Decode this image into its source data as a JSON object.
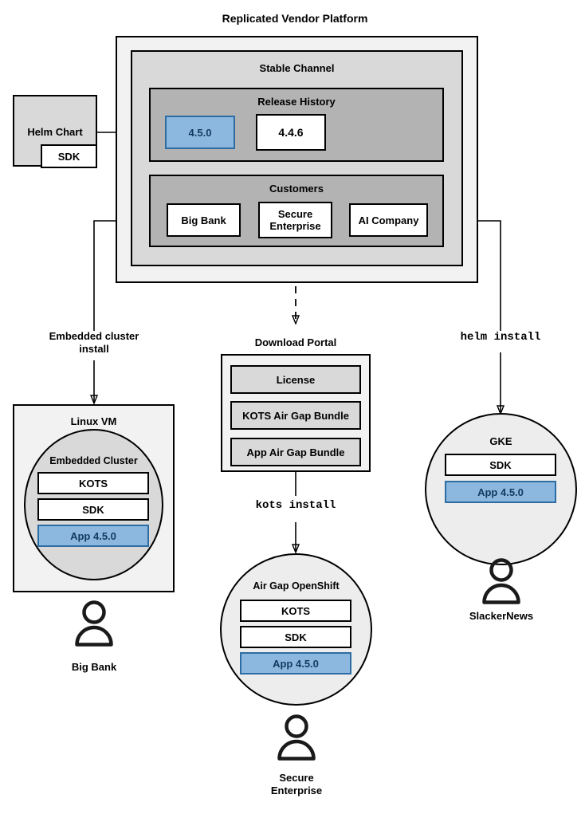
{
  "diagram": {
    "title": "Replicated Vendor Platform",
    "platform": {
      "stable_channel_label": "Stable Channel",
      "release_history": {
        "label": "Release History",
        "releases": [
          {
            "version": "4.5.0",
            "highlighted": true
          },
          {
            "version": "4.4.6",
            "highlighted": false
          }
        ]
      },
      "customers": {
        "label": "Customers",
        "items": [
          {
            "name": "Big Bank"
          },
          {
            "name": "Secure\nEnterprise"
          },
          {
            "name": "AI Company"
          }
        ]
      }
    },
    "source": {
      "helm_chart_label": "Helm Chart",
      "sdk_label": "SDK"
    },
    "connector_labels": {
      "embedded_cluster_install": "Embedded cluster\ninstall",
      "kots_install": "kots install",
      "helm_install": "helm install"
    },
    "targets": {
      "linux_vm": {
        "label": "Linux VM",
        "cluster_label": "Embedded Cluster",
        "components": [
          {
            "label": "KOTS",
            "highlighted": false
          },
          {
            "label": "SDK",
            "highlighted": false
          },
          {
            "label": "App 4.5.0",
            "highlighted": true
          }
        ],
        "user": "Big Bank"
      },
      "download_portal": {
        "label": "Download Portal",
        "artifacts": [
          {
            "label": "License"
          },
          {
            "label": "KOTS Air Gap Bundle"
          },
          {
            "label": "App Air Gap Bundle"
          }
        ]
      },
      "air_gap_openshift": {
        "label": "Air Gap OpenShift",
        "components": [
          {
            "label": "KOTS",
            "highlighted": false
          },
          {
            "label": "SDK",
            "highlighted": false
          },
          {
            "label": "App 4.5.0",
            "highlighted": true
          }
        ],
        "user": "Secure\nEnterprise"
      },
      "gke": {
        "label": "GKE",
        "components": [
          {
            "label": "SDK",
            "highlighted": false
          },
          {
            "label": "App 4.5.0",
            "highlighted": true
          }
        ],
        "user": "SlackerNews"
      }
    },
    "colors": {
      "highlight_fill": "#8cb8e0",
      "highlight_stroke": "#2d6da3",
      "highlight_text": "#123a5e",
      "shell_outer": "#f2f2f2",
      "shell_mid": "#d9d9d9",
      "shell_inner": "#b3b3b3",
      "stroke": "#000000"
    }
  }
}
